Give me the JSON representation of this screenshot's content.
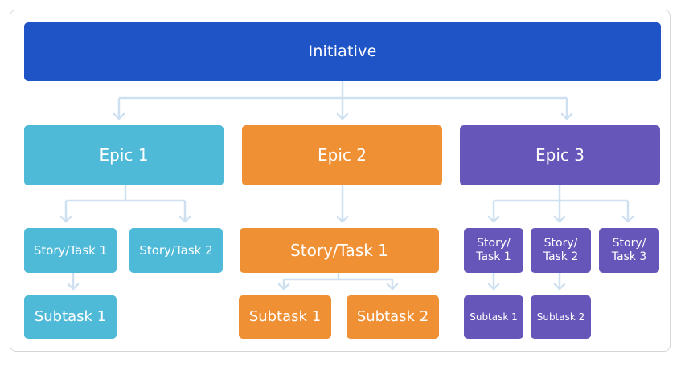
{
  "diagram": {
    "initiative": "Initiative",
    "epics": [
      {
        "label": "Epic 1",
        "color": "#4fb9d8",
        "stories": [
          {
            "label": "Story/Task 1",
            "subtask": "Subtask 1"
          },
          {
            "label": "Story/Task 2"
          }
        ]
      },
      {
        "label": "Epic 2",
        "color": "#f09034",
        "stories": [
          {
            "label": "Story/Task 1",
            "subtasks": [
              "Subtask 1",
              "Subtask 2"
            ]
          }
        ]
      },
      {
        "label": "Epic 3",
        "color": "#6756b9",
        "stories": [
          {
            "label": "Story/\nTask 1",
            "subtask": "Subtask 1"
          },
          {
            "label": "Story/\nTask 2",
            "subtask": "Subtask 2"
          },
          {
            "label": "Story/\nTask 3"
          }
        ]
      }
    ],
    "colors": {
      "initiative": "#1e54c6",
      "connector": "#cfe1f1",
      "frame_border": "#d3d7dc"
    }
  }
}
